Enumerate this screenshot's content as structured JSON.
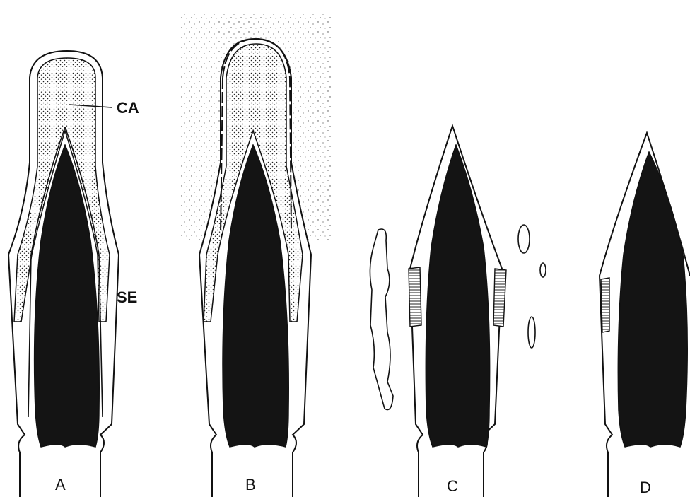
{
  "figure": {
    "panels": [
      {
        "id": "A",
        "label": "A"
      },
      {
        "id": "B",
        "label": "B"
      },
      {
        "id": "C",
        "label": "C"
      },
      {
        "id": "D",
        "label": "D"
      }
    ],
    "callouts": [
      {
        "id": "acrosome",
        "label": "CA"
      },
      {
        "id": "equatorial",
        "label": "SE"
      }
    ]
  }
}
